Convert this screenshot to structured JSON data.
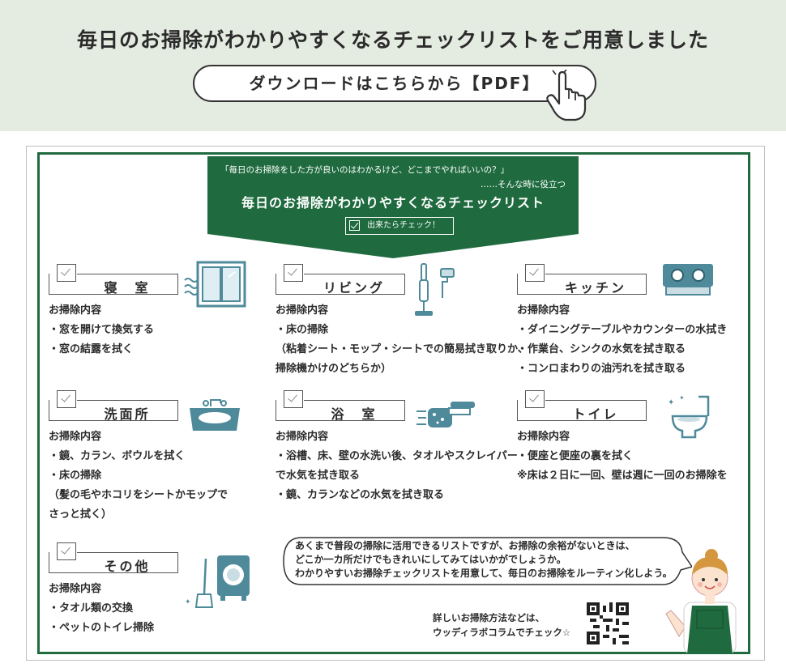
{
  "header": {
    "headline": "毎日のお掃除がわかりやすくなるチェックリストをご用意しました",
    "download_label": "ダウンロードはこちらから【PDF】"
  },
  "banner": {
    "quote": "「毎日のお掃除をした方が良いのはわかるけど、どこまでやればいいの？」",
    "sub": "……そんな時に役立つ",
    "title": "毎日のお掃除がわかりやすくなるチェックリスト",
    "check_label": "出来たらチェック！"
  },
  "rooms": [
    {
      "title": "寝　室",
      "lines": [
        "お掃除内容",
        "・窓を開けて換気する",
        "・窓の結露を拭く"
      ]
    },
    {
      "title": "リビング",
      "lines": [
        "お掃除内容",
        "・床の掃除",
        "（粘着シート・モップ・シートでの簡易拭き取りか、",
        "掃除機かけのどちらか）"
      ]
    },
    {
      "title": "キッチン",
      "lines": [
        "お掃除内容",
        "・ダイニングテーブルやカウンターの水拭き",
        "・作業台、シンクの水気を拭き取る",
        "・コンロまわりの油汚れを拭き取る"
      ]
    },
    {
      "title": "洗面所",
      "lines": [
        "お掃除内容",
        "・鏡、カラン、ボウルを拭く",
        "・床の掃除",
        "（髪の毛やホコリをシートかモップで",
        "さっと拭く）"
      ]
    },
    {
      "title": "浴　室",
      "lines": [
        "お掃除内容",
        "・浴槽、床、壁の水洗い後、タオルやスクレイパー",
        "で水気を拭き取る",
        "・鏡、カランなどの水気を拭き取る"
      ]
    },
    {
      "title": "トイレ",
      "lines": [
        "お掃除内容",
        "・便座と便座の裏を拭く",
        "※床は２日に一回、壁は週に一回のお掃除を"
      ]
    },
    {
      "title": "その他",
      "lines": [
        "お掃除内容",
        "・タオル類の交換",
        "・ペットのトイレ掃除"
      ]
    }
  ],
  "bubble": {
    "lines": [
      "あくまで普段の掃除に活用できるリストですが、お掃除の余裕がないときは、",
      "どこか一カ所だけでもきれいにしてみてはいかがでしょうか。",
      "わかりやすいお掃除チェックリストを用意して、毎日のお掃除をルーティン化しよう。"
    ]
  },
  "footer": {
    "lines": [
      "詳しいお掃除方法などは、",
      "ウッディラボコラムでチェック☆"
    ]
  },
  "colors": {
    "brand_green": "#1f6b3f",
    "band_bg": "#e4ebe0",
    "icon_teal": "#4f8a9a"
  }
}
